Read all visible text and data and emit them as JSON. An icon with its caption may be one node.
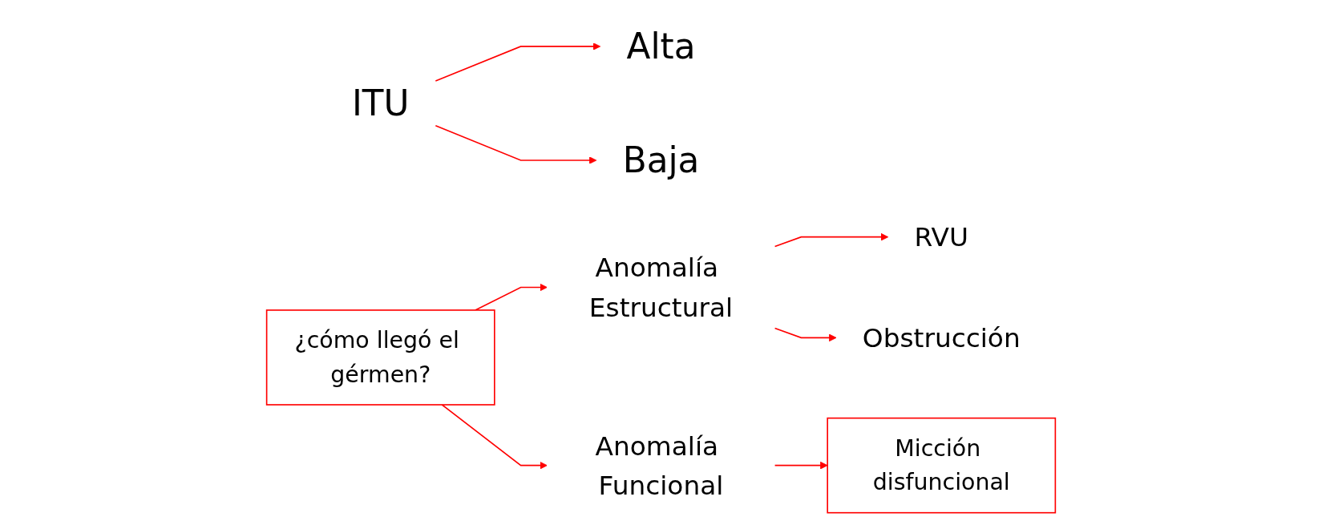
{
  "diagram": {
    "nodes": [
      {
        "text": [
          "ITU"
        ]
      },
      {
        "text": [
          "Alta"
        ]
      },
      {
        "text": [
          "¿cómo llegó el gérmen?"
        ]
      },
      {
        "text": [
          "Anomalía Estructural"
        ]
      },
      {
        "text": [
          "RVU"
        ]
      },
      {
        "text": [
          "Obstrucción"
        ]
      },
      {
        "text": [
          "Anomalía Funcional"
        ]
      },
      {
        "text": [
          "Micción disfuncional"
        ]
      },
      {
        "text": [
          "Baja"
        ]
      }
    ],
    "edges": [
      {
        "from": 0,
        "to": 1,
        "arrow": "to"
      },
      {
        "from": 0,
        "to": 8,
        "arrow": "to"
      },
      {
        "from": 2,
        "to": 3,
        "arrow": "to"
      },
      {
        "from": 2,
        "to": 6,
        "arrow": "to"
      },
      {
        "from": 3,
        "to": 4,
        "arrow": "to"
      },
      {
        "from": 3,
        "to": 5,
        "arrow": "to"
      },
      {
        "from": 6,
        "to": 7,
        "arrow": "to"
      }
    ]
  }
}
